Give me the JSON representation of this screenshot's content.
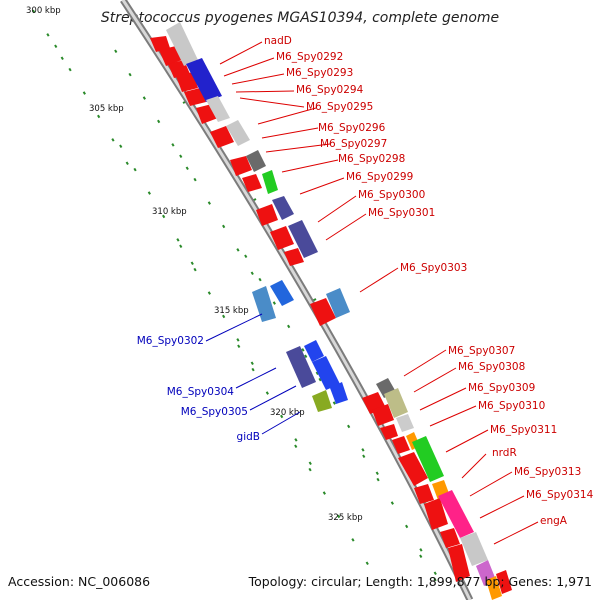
{
  "header": {
    "title": "Streptococcus pyogenes MGAS10394, complete genome"
  },
  "footer": {
    "accession": "Accession: NC_006086",
    "topology": "Topology: circular; Length: 1,899,877 bp; Genes: 1,971"
  },
  "scale": {
    "unit_labels": [
      "300 kbp",
      "305 kbp",
      "310 kbp",
      "315 kbp",
      "320 kbp",
      "325 kbp"
    ]
  },
  "genes_forward": [
    "nadD",
    "M6_Spy0292",
    "M6_Spy0293",
    "M6_Spy0294",
    "M6_Spy0295",
    "M6_Spy0296",
    "M6_Spy0297",
    "M6_Spy0298",
    "M6_Spy0299",
    "M6_Spy0300",
    "M6_Spy0301",
    "M6_Spy0303",
    "M6_Spy0307",
    "M6_Spy0308",
    "M6_Spy0309",
    "M6_Spy0310",
    "M6_Spy0311",
    "nrdR",
    "M6_Spy0313",
    "M6_Spy0314",
    "engA"
  ],
  "genes_reverse": [
    "M6_Spy0302",
    "M6_Spy0304",
    "M6_Spy0305",
    "gidB"
  ],
  "colors": {
    "forward_label": "#cc0000",
    "reverse_label": "#0000bb",
    "cds": "#ee0000",
    "backbone": "#9a9a9a",
    "tick": "#2a8a2a"
  }
}
